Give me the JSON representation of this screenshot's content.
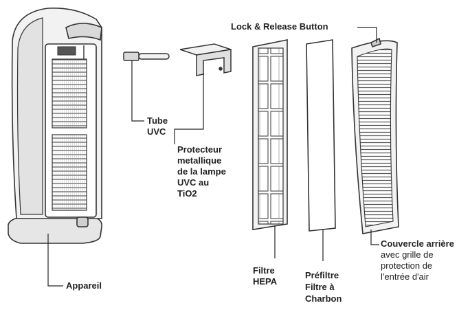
{
  "labels": {
    "lock_release": "Lock & Release Button",
    "tube_line1": "Tube",
    "tube_line2": "UVC",
    "protecteur_lines": [
      "Protecteur",
      "metallique",
      "de la lampe",
      "UVC au",
      "TiO2"
    ],
    "filtre_line1": "Filtre",
    "filtre_line2": "HEPA",
    "prefiltre_lines": [
      "Préfiltre",
      "Filtre à",
      "Charbon"
    ],
    "couvercle_title": "Couvercle arrière",
    "couvercle_lines": [
      "avec grille de",
      "protection de",
      "l'entrée d'air"
    ],
    "appareil": "Appareil"
  },
  "colors": {
    "line": "#333333",
    "fill_light": "#f2f2f2",
    "fill_mid": "#d9d9d9",
    "text": "#222222"
  }
}
